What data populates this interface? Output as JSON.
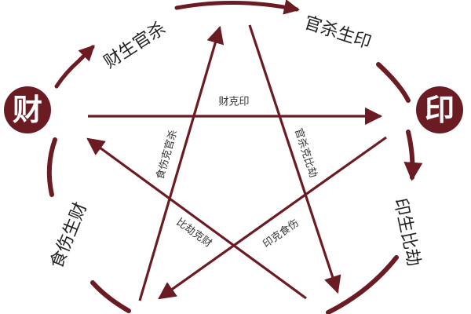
{
  "colors": {
    "accent": "#6b1b22",
    "text": "#222222",
    "background": "#ffffff"
  },
  "nodes": {
    "cai": "财",
    "yin": "印"
  },
  "cycle_labels": {
    "cai_sheng_guan_sha": "财生官杀",
    "guan_sha_sheng_yin": "官杀生印",
    "yin_sheng_bi_jie": "印生比劫",
    "shi_shang_sheng_cai": "食伤生财"
  },
  "star_labels": {
    "cai_ke_yin": "财克印",
    "shi_shang_ke_guan_sha": "食伤克官杀",
    "guan_sha_ke_bi_jie": "官杀克比劫",
    "bi_jie_ke_cai": "比劫克财",
    "yin_ke_shi_shang": "印克食伤"
  }
}
